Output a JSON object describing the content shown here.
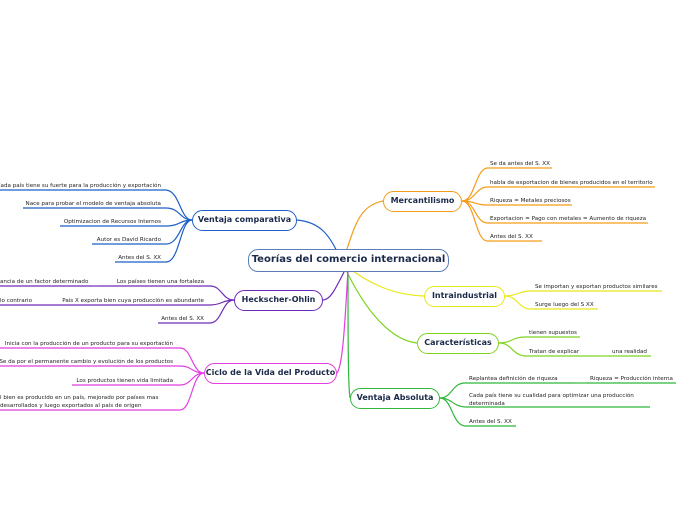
{
  "central": "Teorías del comercio internacional",
  "colors": {
    "central": "#5b7fb5",
    "ventaja_comparativa": "#1f5fc8",
    "heckscher_ohlin": "#6d2bb8",
    "ciclo_vida": "#e23ee0",
    "mercantilismo": "#f59c1a",
    "intraindustrial": "#e8e81a",
    "caracteristicas": "#7ed321",
    "ventaja_absoluta": "#2fb83a"
  },
  "branches": {
    "mercantilismo": {
      "label": "Mercantilismo",
      "leaves": [
        "Se da antes del S. XX",
        "habla de exportacion de bienes producidos en el territorio",
        "Riqueza = Metales preciosos",
        "Exportacion = Pago con metales = Aumento de riqueza",
        "Antes del S. XX"
      ]
    },
    "intraindustrial": {
      "label": "Intraindustrial",
      "leaves": [
        "Se importan y exportan productos similares",
        "Surge luego del S XX"
      ]
    },
    "caracteristicas": {
      "label": "Características",
      "leaves": [
        "tienen supuestos",
        "Tratan de explicar"
      ],
      "sub": "una realidad"
    },
    "ventaja_absoluta": {
      "label": "Ventaja Absoluta",
      "leaves": [
        "Replantea definición de riqueza",
        "Cada país tiene su cualidad para optimizar una producción determinada",
        "Antes del S. XX"
      ],
      "sub": "Riqueza = Producción interna"
    },
    "ventaja_comparativa": {
      "label": "Ventaja comparativa",
      "leaves": [
        "Cada país tiene su fuerte para la producción y exportación",
        "Nace para probar el modelo de ventaja absoluta",
        "Optimizacion de Recursos Internos",
        "Autor es David Ricardo",
        "Antes del S. XX"
      ]
    },
    "heckscher_ohlin": {
      "label": "Heckscher-Ohlin",
      "leaves": [
        "Los países tienen una fortaleza",
        "País X exporta bien cuya producción es abundante",
        "Antes del S. XX"
      ],
      "subs": [
        "ancia de un factor determinado",
        "lo contrario"
      ]
    },
    "ciclo_vida": {
      "label": "Ciclo de la Vida del Producto",
      "leaves": [
        "Inicia con la producción de un producto para su exportación",
        "Se da por el permanente cambio y evolución de los productos",
        "Los productos tienen vida limitada",
        "l bien es producido en un país, mejorado por países mas desarrollados y luego exportados al país de origen"
      ]
    }
  }
}
